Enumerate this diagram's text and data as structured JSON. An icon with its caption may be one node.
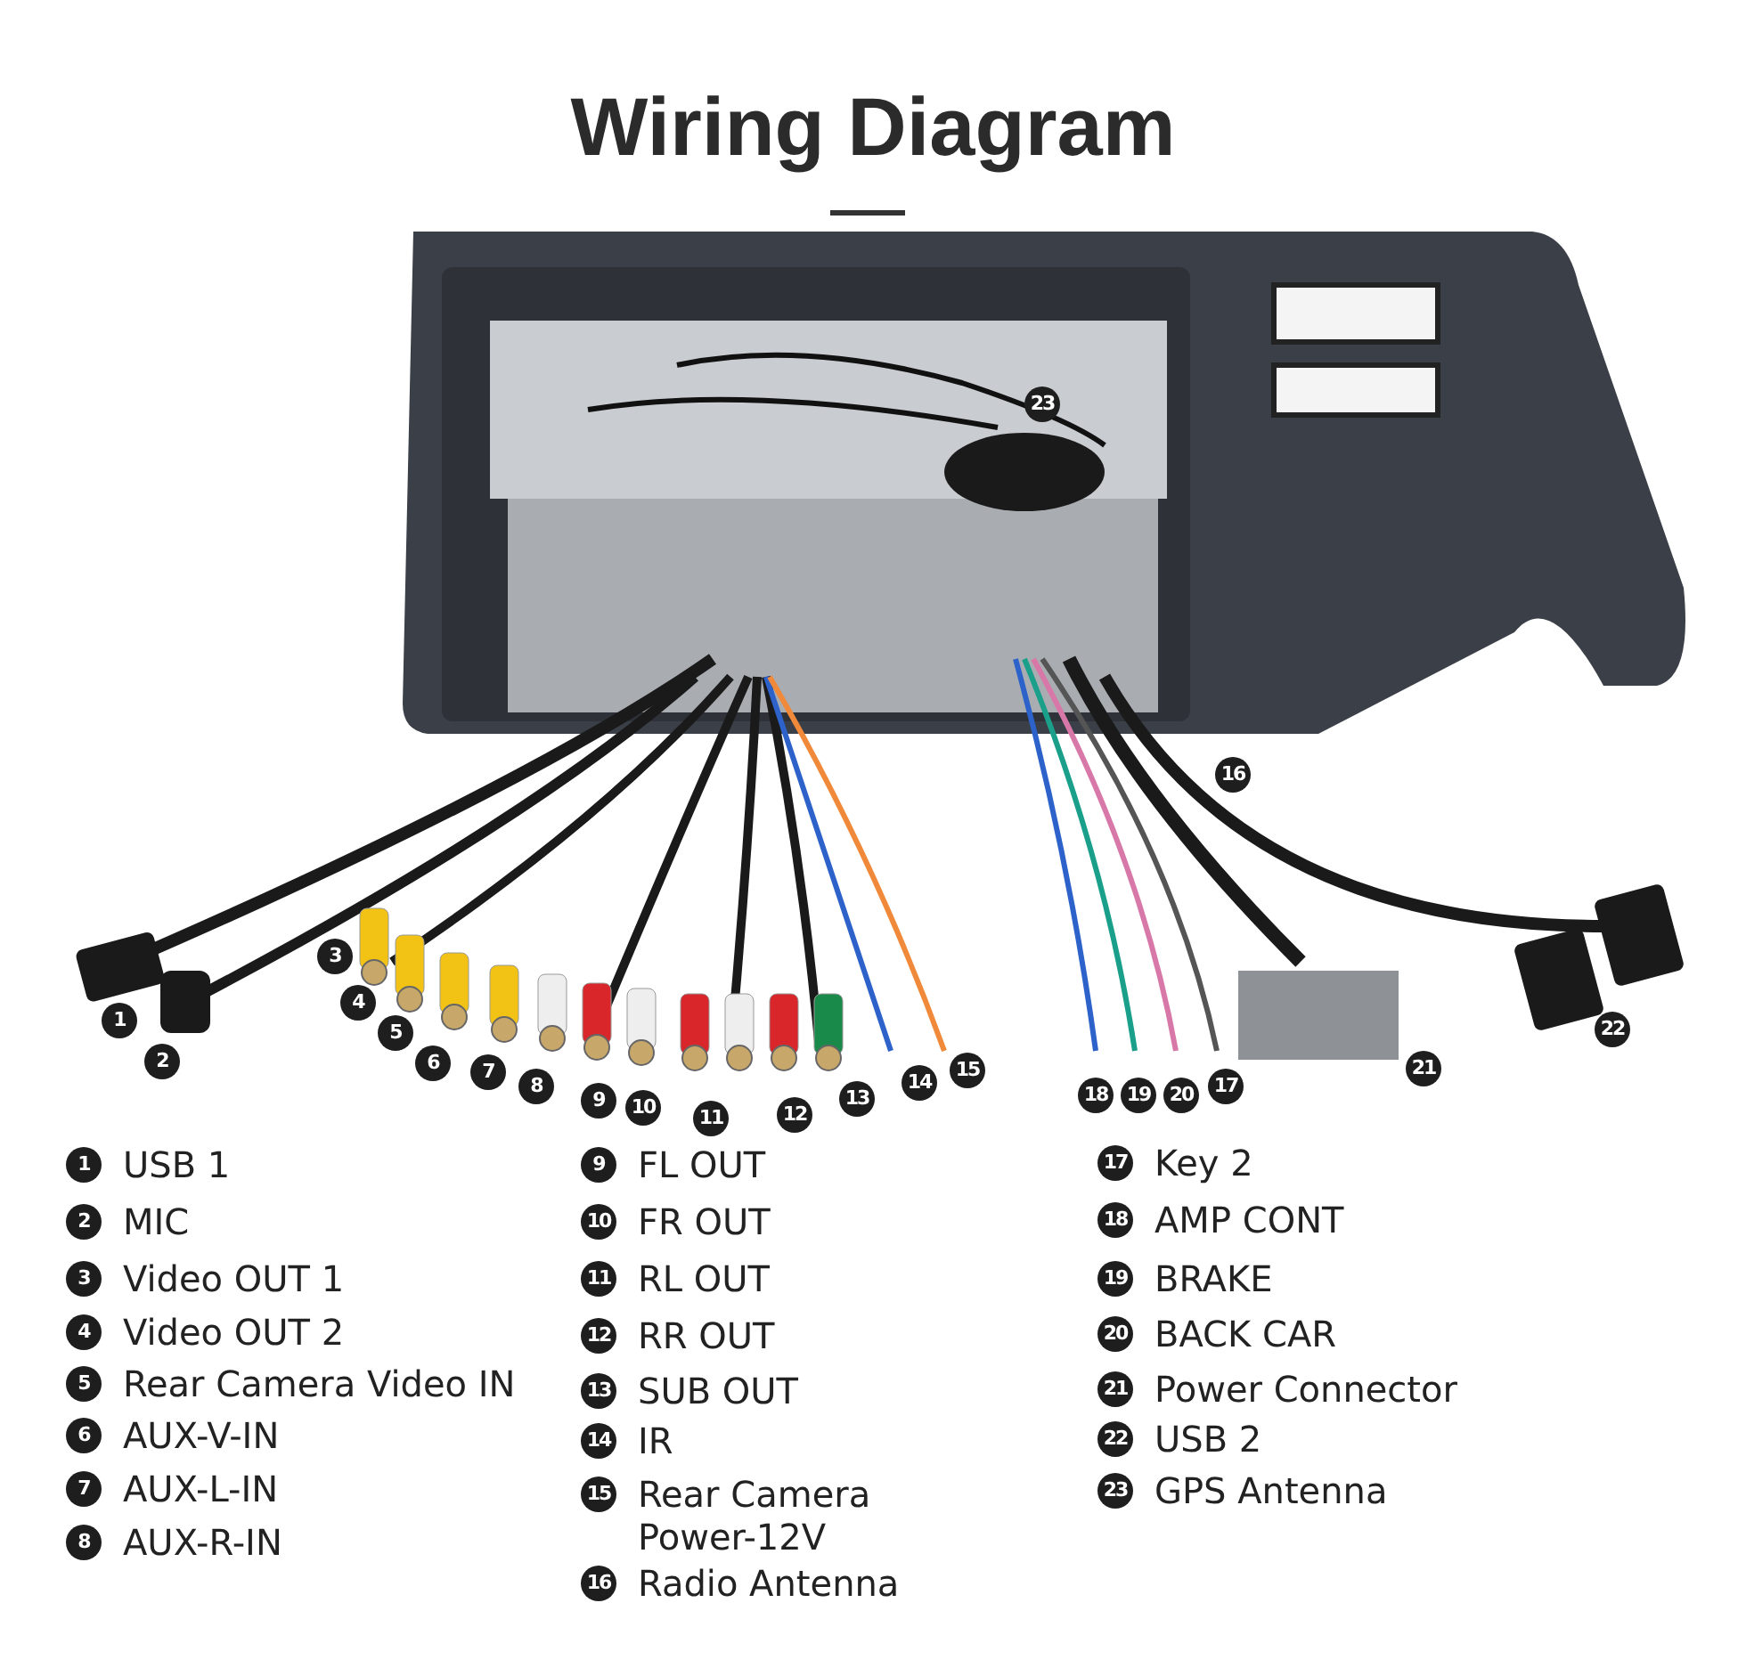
{
  "diagram": {
    "title": "Wiring Diagram",
    "labels": [
      "1",
      "2",
      "3",
      "4",
      "5",
      "6",
      "7",
      "8",
      "9",
      "10",
      "11",
      "12",
      "13",
      "14",
      "15",
      "16",
      "17",
      "18",
      "19",
      "20",
      "21",
      "22",
      "23",
      "1",
      "USB 1",
      "2",
      "MIC",
      "3",
      "Video OUT 1",
      "4",
      "Video OUT 2",
      "5",
      "Rear Camera Video IN",
      "6",
      "AUX-V-IN",
      "7",
      "AUX-L-IN",
      "8",
      "AUX-R-IN",
      "9",
      "FL OUT",
      "10",
      "FR OUT",
      "11",
      "RL OUT",
      "12",
      "RR OUT",
      "13",
      "SUB OUT",
      "14",
      "IR",
      "15",
      "Rear Camera Power-12V",
      "16",
      "Radio Antenna",
      "17",
      "Key 2",
      "18",
      "AMP CONT",
      "19",
      "BRAKE",
      "20",
      "BACK CAR",
      "21",
      "Power Connector",
      "22",
      "USB 2",
      "23",
      "GPS Antenna"
    ]
  }
}
